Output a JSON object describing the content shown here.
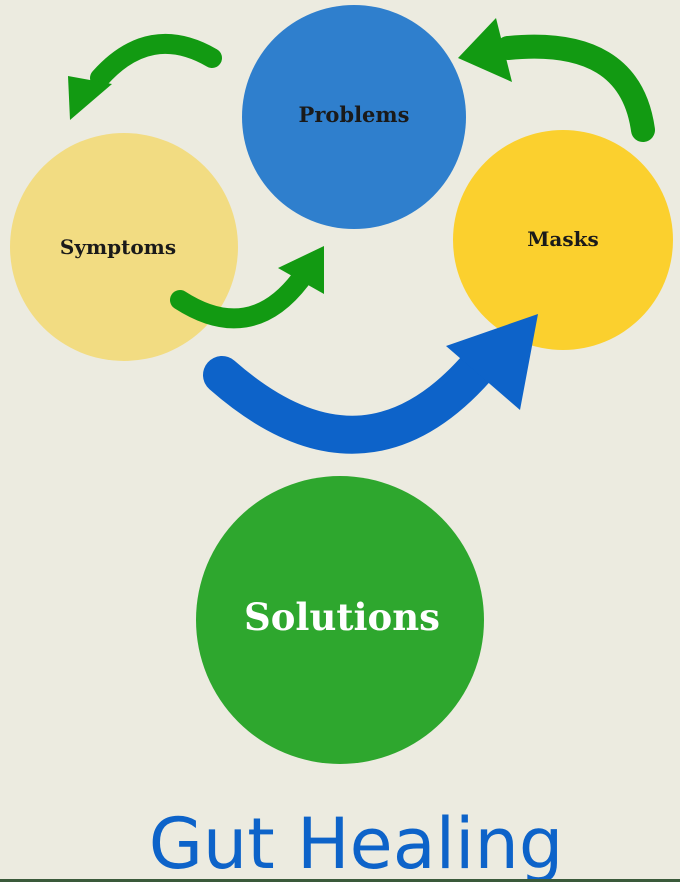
{
  "diagram": {
    "title": "Gut Healing",
    "nodes": {
      "problems": {
        "label": "Problems",
        "color": "#2f7fcd"
      },
      "symptoms": {
        "label": "Symptoms",
        "color": "#f2dc82"
      },
      "masks": {
        "label": "Masks",
        "color": "#fbd02e"
      },
      "solutions": {
        "label": "Solutions",
        "color": "#2ea72e"
      }
    },
    "colors": {
      "background": "#ecebe0",
      "arrow_green": "#129a12",
      "arrow_blue": "#0d63c9",
      "title": "#0d63c9",
      "label_dark": "#1a1a1a",
      "label_light": "#ffffff",
      "bottom_rule": "#3a5a3a"
    }
  }
}
